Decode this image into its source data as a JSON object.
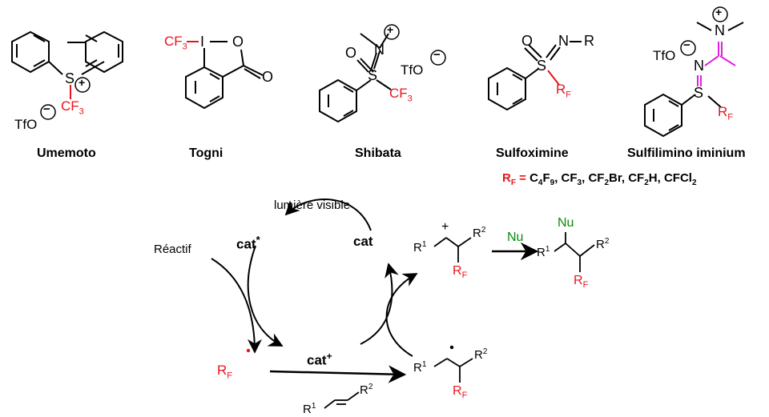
{
  "reagents": [
    {
      "id": "umemoto",
      "name": "Umemoto"
    },
    {
      "id": "togni",
      "name": "Togni"
    },
    {
      "id": "shibata",
      "name": "Shibata"
    },
    {
      "id": "sulfoximine",
      "name": "Sulfoximine"
    },
    {
      "id": "sulfilimino",
      "name": "Sulfilimino iminium"
    }
  ],
  "atoms": {
    "S": "S",
    "O": "O",
    "N": "N",
    "I": "I",
    "R": "R",
    "cf3_main": "CF",
    "sub3": "3",
    "rf_main": "R",
    "rf_sub": "F",
    "tfo": "TfO",
    "plus": "+",
    "minus": "−",
    "dash": "−"
  },
  "rf_line": {
    "label": "R",
    "label_sub": "F",
    "eq": " = ",
    "items": [
      "C4F9",
      "CF3",
      "CF2Br",
      "CF2H",
      "CFCl2"
    ]
  },
  "cycle": {
    "light_label": "lumière visible",
    "reagent_label": "Réactif",
    "cat_label": "cat",
    "cat_star": "*",
    "cat_plus": "+",
    "nu_label": "Nu",
    "r1": "R",
    "r1_sup": "1",
    "r2": "R",
    "r2_sup": "2"
  },
  "colors": {
    "black": "#000000",
    "red": "#e8141b",
    "green": "#0a8a0a",
    "magenta": "#e020e0"
  }
}
